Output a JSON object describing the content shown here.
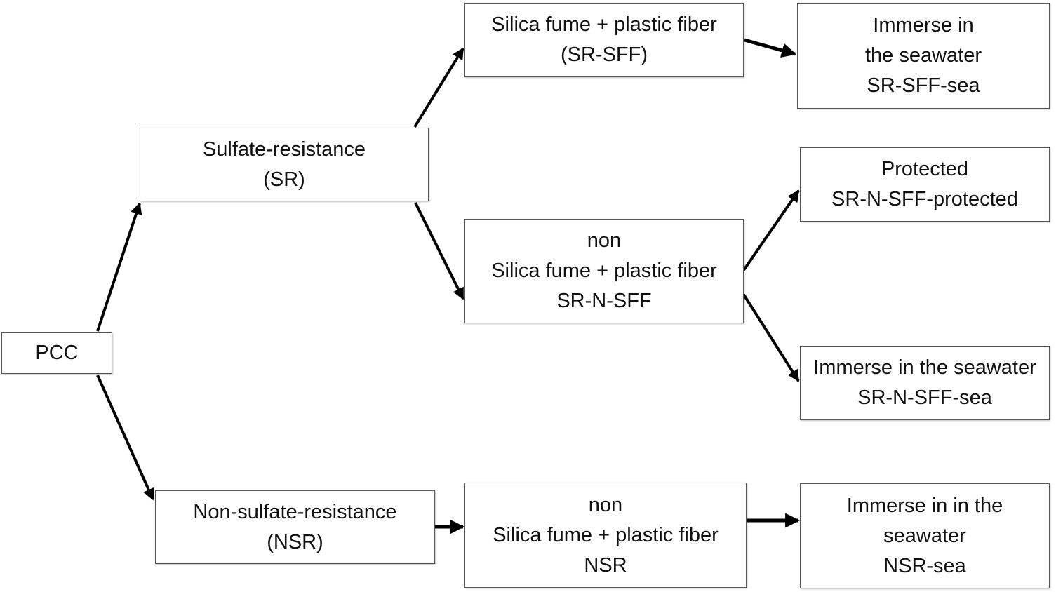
{
  "colors": {
    "border": "#555555",
    "arrow": "#000000",
    "text": "#111111",
    "background": "#ffffff"
  },
  "nodes": {
    "pcc": {
      "lines": [
        "PCC"
      ]
    },
    "sr": {
      "lines": [
        "Sulfate-resistance",
        "(SR)"
      ]
    },
    "nsr": {
      "lines": [
        "Non-sulfate-resistance",
        "(NSR)"
      ]
    },
    "sr_sff": {
      "lines": [
        "Silica fume + plastic fiber",
        "(SR-SFF)"
      ]
    },
    "sr_n_sff": {
      "lines": [
        "non",
        "Silica fume + plastic fiber",
        "SR-N-SFF"
      ]
    },
    "nsr_n_sff": {
      "lines": [
        "non",
        "Silica fume + plastic fiber",
        "NSR"
      ]
    },
    "sr_sff_sea": {
      "lines": [
        "Immerse in",
        "the seawater",
        "SR-SFF-sea"
      ]
    },
    "sr_n_sff_protected": {
      "lines": [
        "Protected",
        "SR-N-SFF-protected"
      ]
    },
    "sr_n_sff_sea": {
      "lines": [
        "Immerse in the seawater",
        "SR-N-SFF-sea"
      ]
    },
    "nsr_sea": {
      "lines": [
        "Immerse in in the",
        "seawater",
        "NSR-sea"
      ]
    }
  },
  "edges": [
    {
      "from": "pcc",
      "to": "sr"
    },
    {
      "from": "pcc",
      "to": "nsr"
    },
    {
      "from": "sr",
      "to": "sr_sff"
    },
    {
      "from": "sr",
      "to": "sr_n_sff"
    },
    {
      "from": "nsr",
      "to": "nsr_n_sff"
    },
    {
      "from": "sr_sff",
      "to": "sr_sff_sea"
    },
    {
      "from": "sr_n_sff",
      "to": "sr_n_sff_protected"
    },
    {
      "from": "sr_n_sff",
      "to": "sr_n_sff_sea"
    },
    {
      "from": "nsr_n_sff",
      "to": "nsr_sea"
    }
  ]
}
